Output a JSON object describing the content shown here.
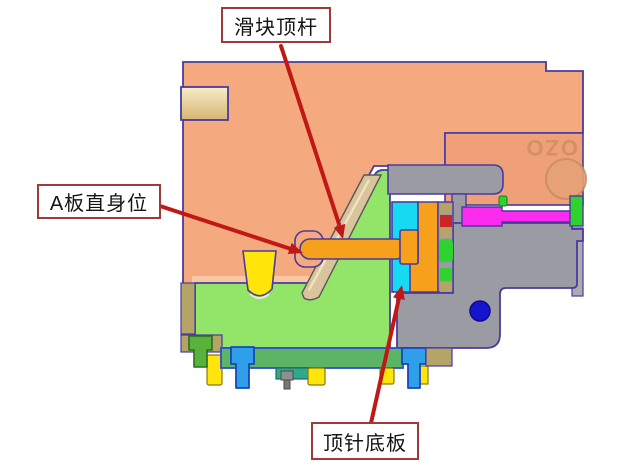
{
  "figure": {
    "labels": {
      "slider_ejector_rod": "滑块顶杆",
      "a_plate_straight_face": "A板直身位",
      "ejector_base_plate": "顶针底板"
    },
    "watermark": "OZO",
    "colors": {
      "arrow_red": "#C01815",
      "label_border": "#A03A36",
      "plate_salmon": "#F4A97E",
      "salmon_dark": "#EFA078",
      "salmon_edge_strip": "#F6C8A3",
      "edge_purple": "#4B3AA0",
      "slider_green": "#92E568",
      "bar_green": "#5CB566",
      "teal": "#2FA98C",
      "yellow": "#FFE50A",
      "orange": "#F6A01B",
      "cyan": "#18D9F2",
      "gray": "#9B9BA4",
      "gray_light": "#ABABB2",
      "magenta": "#FB2BF0",
      "bright_green": "#2FD32F",
      "red_segment": "#CC2525",
      "blue_bolt": "#2E9FE8",
      "deep_blue": "#1515CF",
      "khaki": "#B5A468",
      "tan": "#D9C49C",
      "green_bolt": "#58B33C"
    }
  }
}
